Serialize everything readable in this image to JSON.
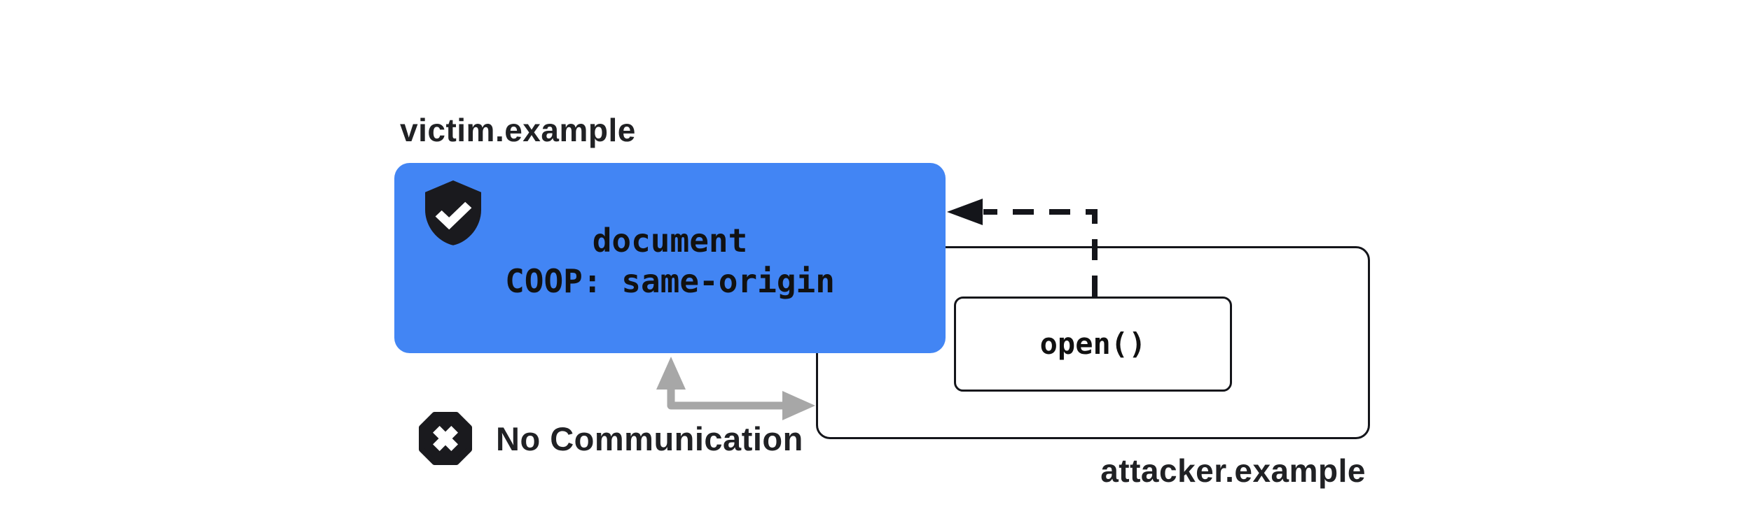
{
  "diagram": {
    "victim": {
      "label": "victim.example",
      "doc_title": "document",
      "coop_header": "COOP: same-origin"
    },
    "attacker": {
      "label": "attacker.example",
      "open_call": "open()"
    },
    "no_communication_label": "No Communication",
    "icons": {
      "shield_check": "shield-check-icon",
      "blocked": "blocked-x-icon"
    },
    "colors": {
      "victim_box": "#4285F4",
      "line_black": "#14151A",
      "text_dark": "#202124",
      "mono_text": "#111111",
      "arrow_gray": "#A7A7A7",
      "icon_dark": "#1A1A1E"
    }
  }
}
